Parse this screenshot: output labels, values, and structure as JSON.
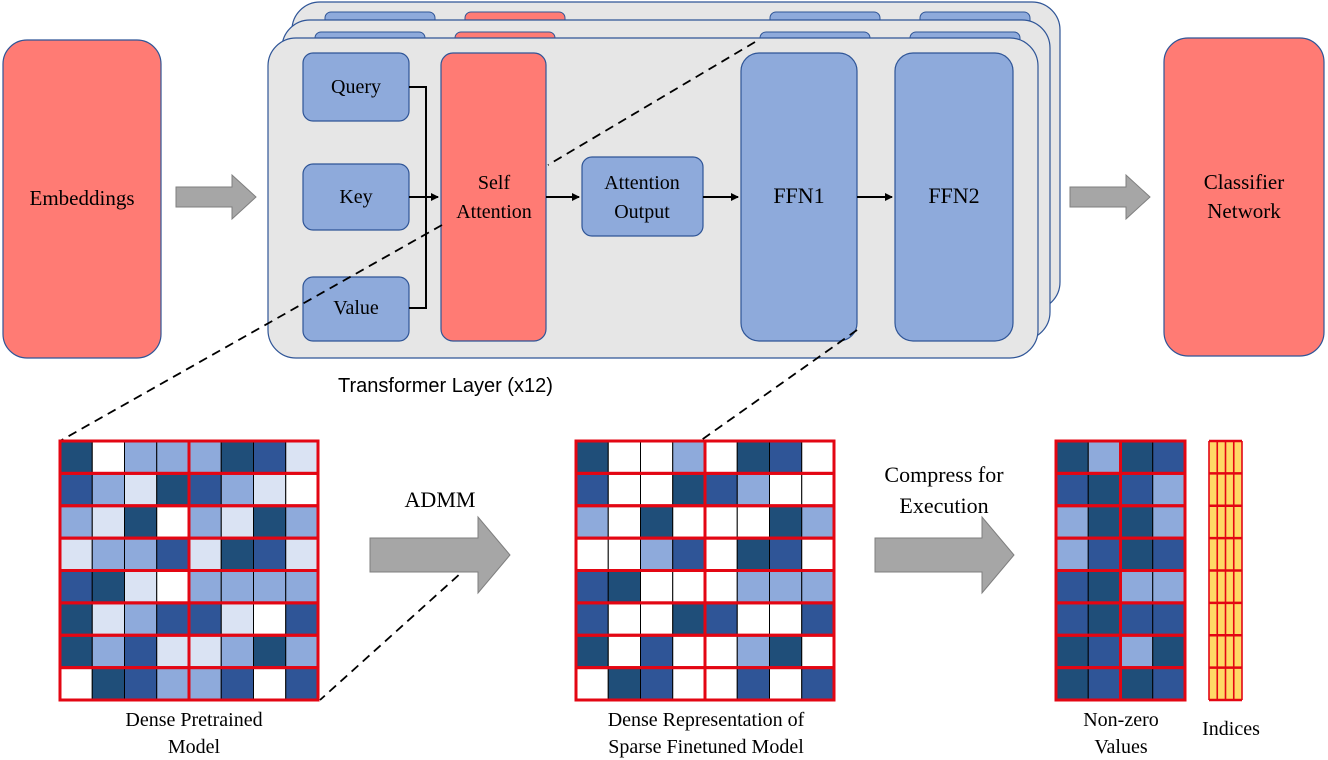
{
  "colors": {
    "red_box": "#ff7b74",
    "blue_box": "#8eaadb",
    "box_border": "#2f5597",
    "layer_bg": "#e6e6e6",
    "arrow_gray": "#a6a6a6",
    "grid_border": "#e30613",
    "cell_dark": "#1f4e79",
    "cell_mid": "#2f5597",
    "cell_light": "#8eaadb",
    "cell_pale": "#dae3f3",
    "cell_white": "#ffffff",
    "index_fill": "#ffd966"
  },
  "top": {
    "embeddings": "Embeddings",
    "query": "Query",
    "key": "Key",
    "value": "Value",
    "self_attention_1": "Self",
    "self_attention_2": "Attention",
    "attention_output_1": "Attention",
    "attention_output_2": "Output",
    "ffn1": "FFN1",
    "ffn2": "FFN2",
    "classifier_1": "Classifier",
    "classifier_2": "Network",
    "layer_caption": "Transformer Layer (x12)"
  },
  "bottom": {
    "dense_caption_1": "Dense Pretrained",
    "dense_caption_2": "Model",
    "admm": "ADMM",
    "sparse_caption_1": "Dense Representation of",
    "sparse_caption_2": "Sparse Finetuned Model",
    "compress_1": "Compress for",
    "compress_2": "Execution",
    "nonzero_1": "Non-zero",
    "nonzero_2": "Values",
    "indices": "Indices"
  },
  "matrices": {
    "legend": "D = dark blue, M = medium blue, L = light blue, P = pale blue, W = white (zero)",
    "dense": [
      "DWLLLDMP",
      "MLPDMLPW",
      "LPDWLPDL",
      "PLLMPDMP",
      "MDPWLLLL",
      "DPLMMPWM",
      "DLMPPLDL",
      "WDMLLMWM"
    ],
    "sparse": [
      "DWWLWDMW",
      "MWWDMLWW",
      "LWDWWWDL",
      "WWLMWDMW",
      "MDWWWLLL",
      "MWWDMWWM",
      "DWMWWLDW",
      "WDMWWMWM"
    ],
    "nonzero": [
      "DLDM",
      "MDML",
      "LDDL",
      "LMDM",
      "MDLL",
      "MDMM",
      "DMLD",
      "DMDM"
    ]
  }
}
